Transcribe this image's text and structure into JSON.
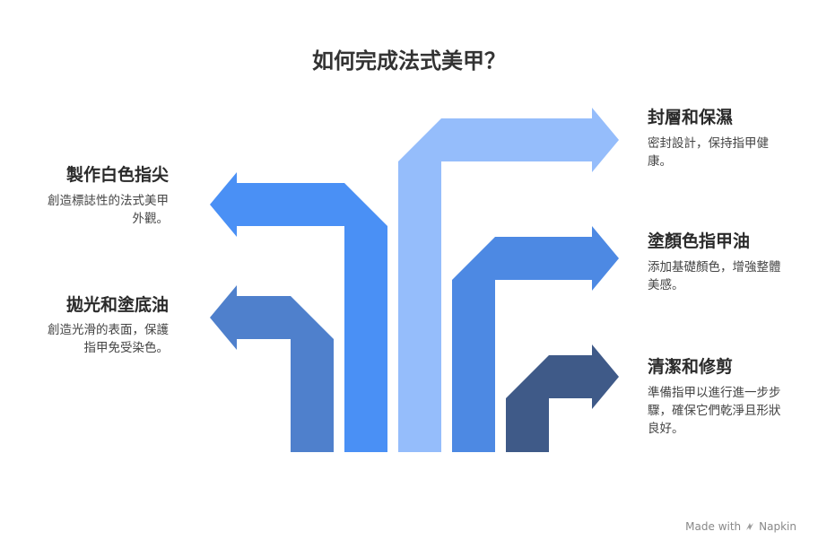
{
  "title": "如何完成法式美甲？",
  "steps": [
    {
      "title": "製作白色指尖",
      "desc": "創造標誌性的法式美甲外觀。",
      "color": "#4a90f5",
      "side": "left"
    },
    {
      "title": "拋光和塗底油",
      "desc": "創造光滑的表面，保護指甲免受染色。",
      "color": "#4f80cc",
      "side": "left"
    },
    {
      "title": "封層和保濕",
      "desc": "密封設計，保持指甲健康。",
      "color": "#95bdfb",
      "side": "right"
    },
    {
      "title": "塗顏色指甲油",
      "desc": "添加基礎顏色，增強整體美感。",
      "color": "#4d89e3",
      "side": "right"
    },
    {
      "title": "清潔和修剪",
      "desc": "準備指甲以進行進一步步驟，確保它們乾淨且形狀良好。",
      "color": "#3f5a88",
      "side": "right"
    }
  ],
  "footer": {
    "made_with": "Made with",
    "brand": "Napkin"
  }
}
